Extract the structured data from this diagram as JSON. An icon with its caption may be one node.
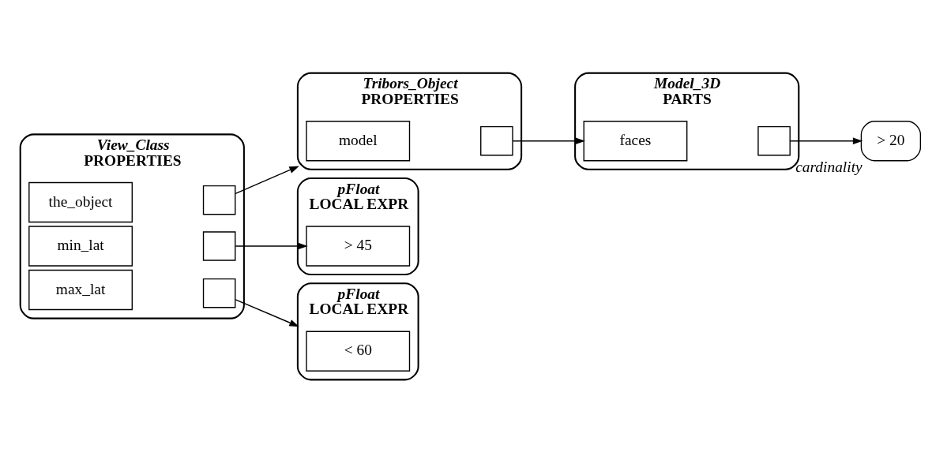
{
  "diagram": {
    "nodes": [
      {
        "text": [
          "View_Class",
          "PROPERTIES"
        ]
      },
      {
        "text": [
          "the_object"
        ],
        "in": 0
      },
      {
        "text": [],
        "shape": "box",
        "in": 0
      },
      {
        "text": [
          "min_lat"
        ],
        "in": 0
      },
      {
        "text": [],
        "shape": "box",
        "in": 0
      },
      {
        "text": [
          "max_lat"
        ],
        "in": 0
      },
      {
        "text": [],
        "shape": "box",
        "in": 0
      },
      {
        "text": [
          "Tribors_Object",
          "PROPERTIES"
        ]
      },
      {
        "text": [
          "model"
        ],
        "in": 7
      },
      {
        "text": [],
        "shape": "box",
        "in": 7
      },
      {
        "text": [
          "pFloat",
          "LOCAL EXPR"
        ]
      },
      {
        "text": [
          "> 45"
        ],
        "in": 10
      },
      {
        "text": [
          "pFloat",
          "LOCAL EXPR"
        ]
      },
      {
        "text": [
          "< 60"
        ],
        "in": 12
      },
      {
        "text": [
          "Model_3D",
          "PARTS"
        ]
      },
      {
        "text": [
          "faces"
        ],
        "in": 14
      },
      {
        "text": [],
        "shape": "box",
        "in": 14
      },
      {
        "text": [
          "> 20"
        ],
        "beside": [
          "cardinality"
        ]
      }
    ],
    "edges": [
      {
        "from": 2,
        "to": 7,
        "arrow": "to"
      },
      {
        "from": 4,
        "to": 11,
        "arrow": "to"
      },
      {
        "from": 6,
        "to": 12,
        "arrow": "to"
      },
      {
        "from": 9,
        "to": 15,
        "arrow": "to"
      },
      {
        "from": 16,
        "to": 17,
        "arrow": "to"
      }
    ]
  }
}
